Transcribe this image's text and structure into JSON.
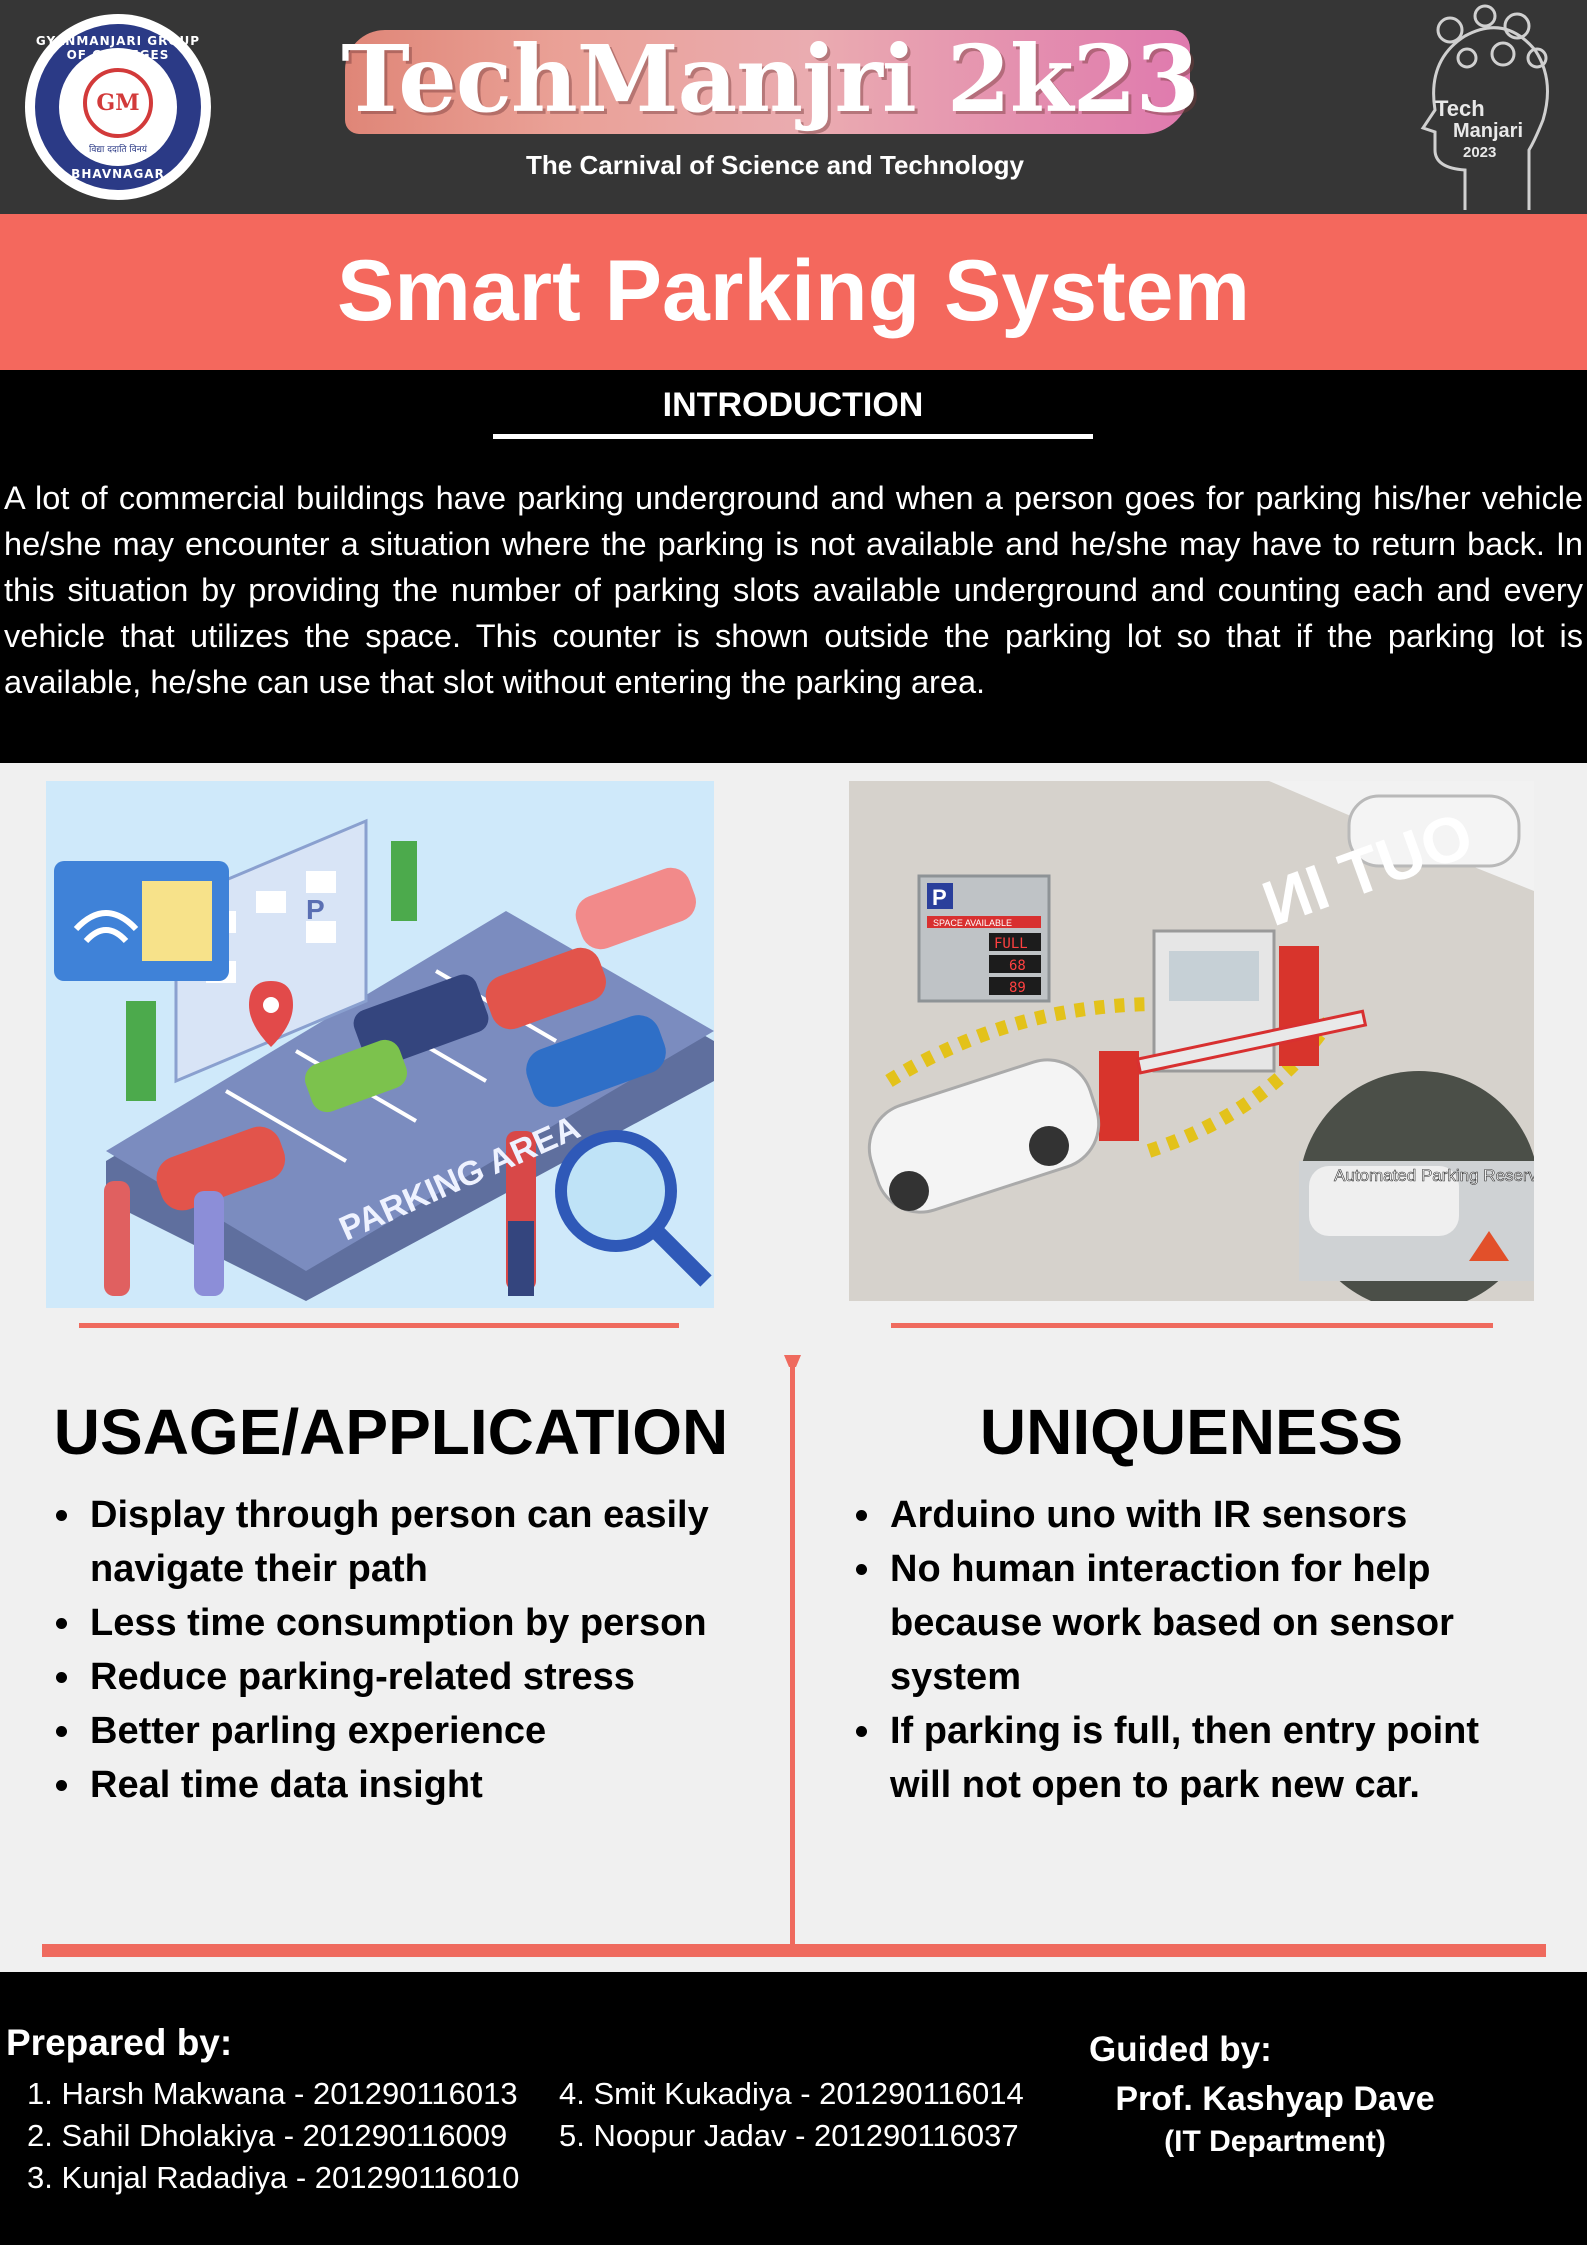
{
  "header": {
    "event_title": "TechManjri 2k23",
    "event_subtitle": "The Carnival of Science and Technology",
    "left_logo": {
      "ring_text_top": "GYANMANJARI GROUP OF COLLEGES",
      "ring_text_bottom": "BHAVNAGAR",
      "monogram": "GM",
      "tagline": "विद्या ददाति विनयं"
    },
    "right_logo": {
      "line1": "Tech",
      "line2": "Manjari",
      "line3": "2023"
    }
  },
  "page_title": "Smart Parking System",
  "introduction": {
    "heading": "INTRODUCTION",
    "text": "A lot of commercial buildings have parking underground and when a person goes for parking his/her vehicle he/she may encounter a situation where the parking is not available and he/she may have to return back. In this situation by providing the number of parking slots available underground and counting each and every vehicle that utilizes the space. This counter is shown outside the parking lot so that if the parking lot is available, he/she can use that slot without entering the parking area."
  },
  "images": {
    "left": {
      "label": "PARKING AREA",
      "sign": "P"
    },
    "right": {
      "sign": "P",
      "panel_title": "SPACE AVAILABLE",
      "panel_values": [
        "FULL",
        "68",
        "89"
      ],
      "road_text": "OUT IN",
      "inset_label": "Automated Parking Reserver"
    }
  },
  "usage": {
    "title": "USAGE/APPLICATION",
    "items": [
      "Display through person can easily navigate their path",
      "Less time consumption by person",
      "Reduce parking-related stress",
      "Better parling experience",
      "Real time data insight"
    ]
  },
  "uniqueness": {
    "title": "UNIQUENESS",
    "items": [
      "Arduino uno with IR sensors",
      "No human interaction for help because work based on sensor system",
      "If parking is full, then entry point will not open to park new car."
    ]
  },
  "footer": {
    "prepared_label": "Prepared by:",
    "members": [
      "1. Harsh Makwana - 201290116013",
      "2. Sahil Dholakiya - 201290116009",
      "3. Kunjal Radadiya - 201290116010",
      "4. Smit Kukadiya - 201290116014",
      "5. Noopur Jadav - 201290116037"
    ],
    "guided_label": "Guided by:",
    "guide_name": "Prof. Kashyap Dave",
    "guide_department": "(IT Department)"
  },
  "colors": {
    "header_bg": "#363636",
    "accent": "#f4685d",
    "intro_bg": "#000000",
    "body_bg": "#f0f0f0"
  }
}
